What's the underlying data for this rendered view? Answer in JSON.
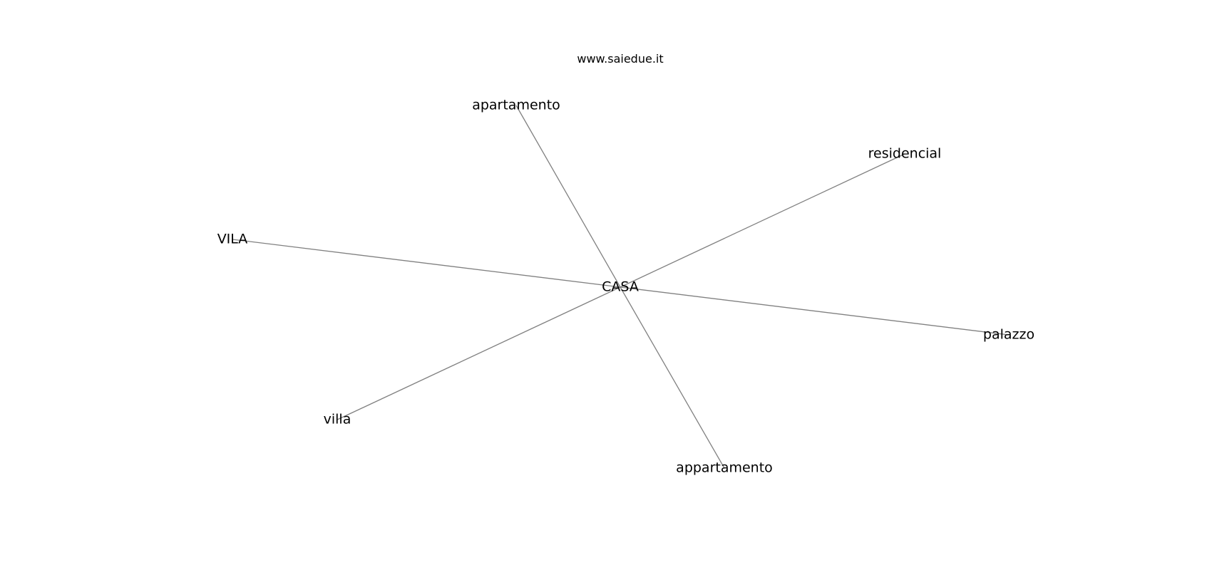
{
  "header": {
    "site": "www.saiedue.it"
  },
  "graph": {
    "center": "CASA",
    "nodes": [
      {
        "id": "center",
        "label": "CASA"
      },
      {
        "id": "apartamento",
        "label": "apartamento"
      },
      {
        "id": "residencial",
        "label": "residencial"
      },
      {
        "id": "vila",
        "label": "VILA"
      },
      {
        "id": "palazzo",
        "label": "palazzo"
      },
      {
        "id": "villa",
        "label": "villa"
      },
      {
        "id": "appartamento",
        "label": "appartamento"
      }
    ],
    "edges": [
      [
        "center",
        "apartamento"
      ],
      [
        "center",
        "residencial"
      ],
      [
        "center",
        "vila"
      ],
      [
        "center",
        "palazzo"
      ],
      [
        "center",
        "villa"
      ],
      [
        "center",
        "appartamento"
      ]
    ],
    "edge_color": "#808080"
  }
}
